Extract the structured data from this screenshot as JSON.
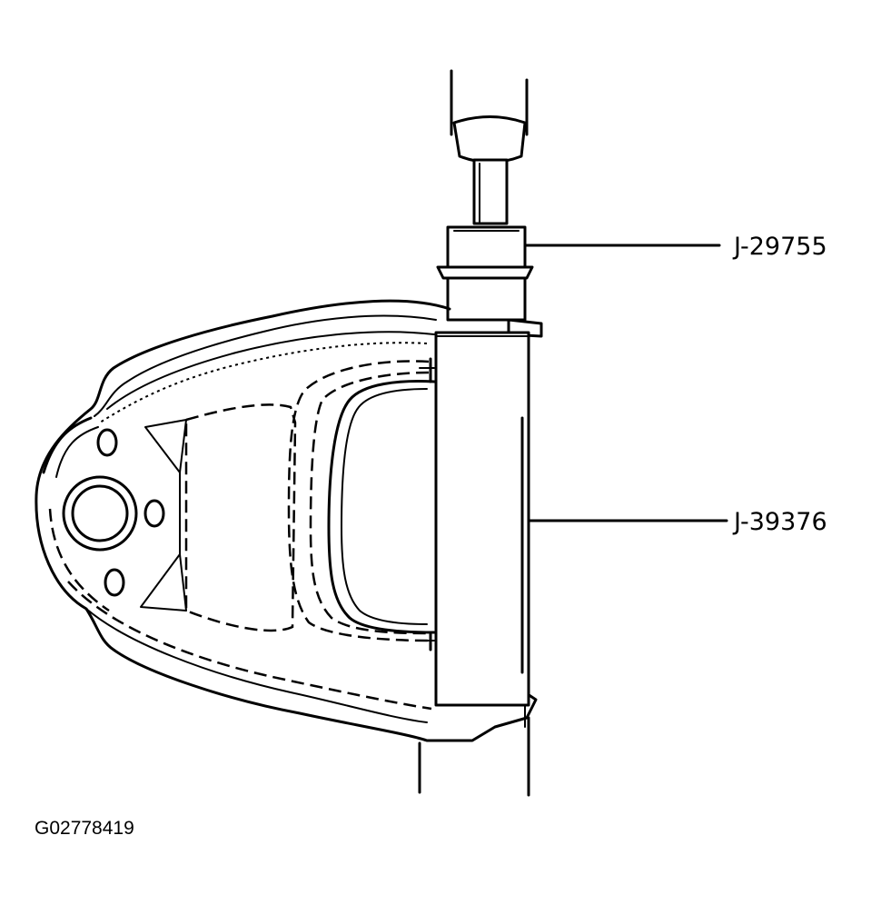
{
  "diagram": {
    "callouts": [
      {
        "id": "tool-1",
        "label": "J-29755"
      },
      {
        "id": "tool-2",
        "label": "J-39376"
      }
    ],
    "figure_id": "G02778419"
  }
}
